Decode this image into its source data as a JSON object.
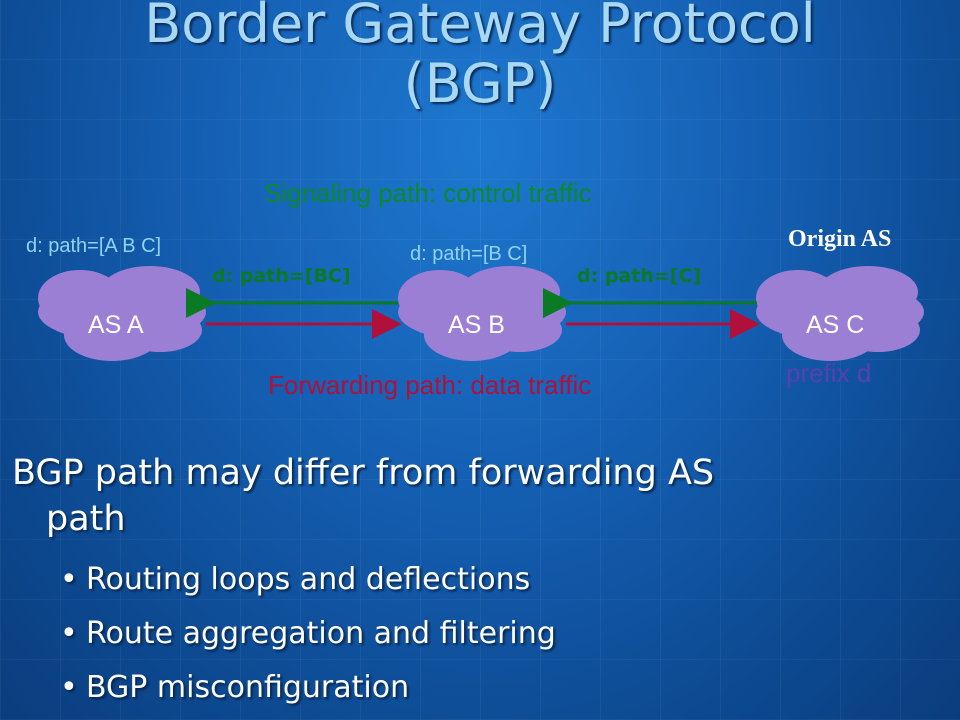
{
  "title_line1": "Border Gateway Protocol",
  "title_line2": "(BGP)",
  "diagram": {
    "signaling_label": "Signaling path: control traffic",
    "forwarding_label": "Forwarding path: data traffic",
    "as_a": {
      "label": "AS A",
      "path": "d: path=[A B C]"
    },
    "as_b": {
      "label": "AS B",
      "path": "d: path=[B C]"
    },
    "as_c": {
      "label": "AS C",
      "origin": "Origin AS",
      "prefix": "prefix d"
    },
    "advert_b_to_a": "d: path=[BC]",
    "advert_c_to_b": "d: path=[C]",
    "colors": {
      "cloud": "#9b7fd4",
      "signal": "#0b7a24",
      "forward": "#b0103a",
      "title": "#a9d8f3"
    }
  },
  "bullets": {
    "main": "BGP path may differ from forwarding AS",
    "main_cont": "path",
    "items": [
      "Routing loops and deflections",
      "Route aggregation and filtering",
      "BGP misconfiguration"
    ]
  }
}
